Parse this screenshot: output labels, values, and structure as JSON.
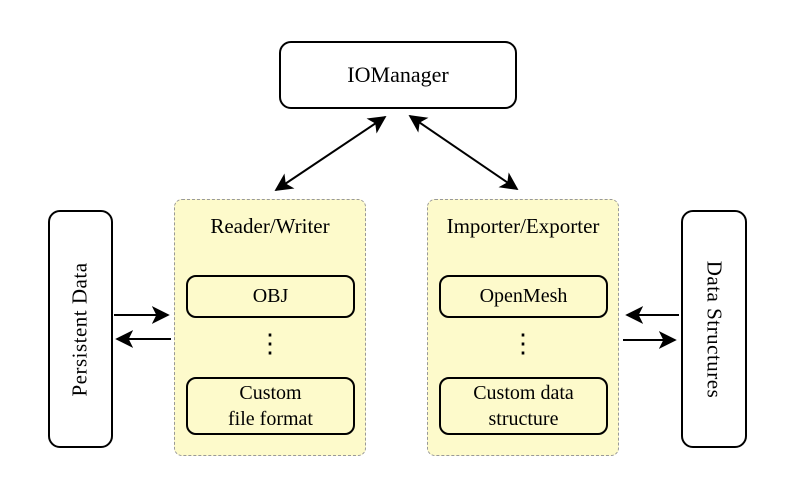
{
  "colors": {
    "group_fill": "#FDFACB",
    "group_border": "#999999",
    "node_fill": "#FFFFFF",
    "node_border": "#000000",
    "arrow": "#000000"
  },
  "nodes": {
    "io_manager": {
      "label": "IOManager"
    },
    "persistent_data": {
      "label": "Persistent Data"
    },
    "data_structures": {
      "label": "Data Structures"
    }
  },
  "groups": {
    "reader_writer": {
      "title": "Reader/Writer",
      "top_item": "OBJ",
      "ellipsis": "⋮",
      "bottom_item": "Custom\nfile format"
    },
    "importer_exporter": {
      "title": "Importer/Exporter",
      "top_item": "OpenMesh",
      "ellipsis": "⋮",
      "bottom_item": "Custom data\nstructure"
    }
  }
}
